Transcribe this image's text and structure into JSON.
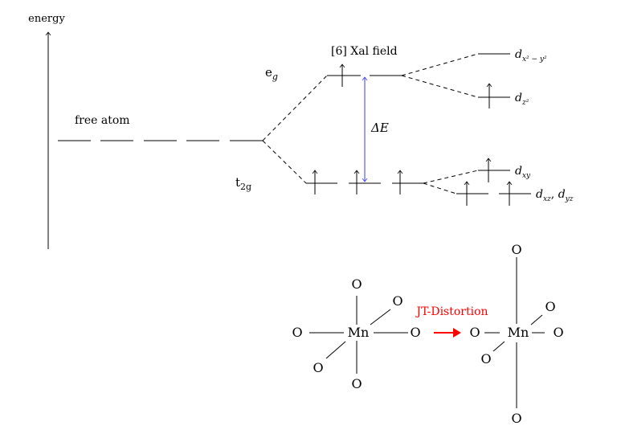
{
  "energy_diagram": {
    "axis_label": "energy",
    "free_atom_label": "free atom",
    "field_label": "[6] Xal field",
    "eg_label": "e",
    "eg_sub": "g",
    "t2g_label": "t",
    "t2g_sub": "2g",
    "delta_label": "ΔE",
    "delta_color": "#3a3aff",
    "orbitals": {
      "dx2y2": {
        "main": "d",
        "sub": "x² − y²"
      },
      "dz2": {
        "main": "d",
        "sub": "z²"
      },
      "dxy": {
        "main": "d",
        "sub": "xy"
      },
      "dxz_dyz": {
        "main": "d",
        "sub1": "xz",
        "sep": ", ",
        "main2": "d",
        "sub2": "yz"
      }
    }
  },
  "molecules": {
    "left": {
      "center": "Mn",
      "ligands": [
        "O",
        "O",
        "O",
        "O",
        "O",
        "O"
      ]
    },
    "right": {
      "center": "Mn",
      "ligands": [
        "O",
        "O",
        "O",
        "O",
        "O",
        "O"
      ]
    },
    "arrow_label": "JT-Distortion",
    "arrow_color": "#ff0000"
  }
}
